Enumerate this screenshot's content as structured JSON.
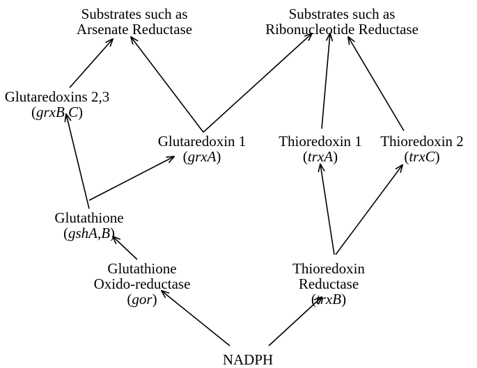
{
  "colors": {
    "ink": "#000000",
    "background": "#ffffff"
  },
  "nodes": {
    "substrates_arsenate": {
      "line1": "Substrates such as",
      "line2": "Arsenate Reductase"
    },
    "substrates_ribonucleotide": {
      "line1": "Substrates such as",
      "line2": "Ribonucleotide Reductase"
    },
    "glutaredoxins_23": {
      "line1": "Glutaredoxins 2,3",
      "gene_open": "(",
      "gene": "grxB,C",
      "gene_close": ")"
    },
    "glutaredoxin_1": {
      "line1": "Glutaredoxin 1",
      "gene_open": "(",
      "gene": "grxA",
      "gene_close": ")"
    },
    "thioredoxin_1": {
      "line1": "Thioredoxin 1",
      "gene_open": "(",
      "gene": "trxA",
      "gene_close": ")"
    },
    "thioredoxin_2": {
      "line1": "Thioredoxin 2",
      "gene_open": "(",
      "gene": "trxC",
      "gene_close": ")"
    },
    "glutathione": {
      "line1": "Glutathione",
      "gene_open": "(",
      "gene": "gshA,B",
      "gene_close": ")"
    },
    "glutathione_oxidoreductase": {
      "line1": "Glutathione",
      "line2": "Oxido-reductase",
      "gene_open": "(",
      "gene": "gor",
      "gene_close": ")"
    },
    "thioredoxin_reductase": {
      "line1": "Thioredoxin",
      "line2": "Reductase",
      "gene_open": "(",
      "gene": "trxB",
      "gene_close": ")"
    },
    "nadph": {
      "line1": "NADPH"
    }
  },
  "edges": [
    {
      "from": "nadph",
      "to": "glutathione_oxidoreductase"
    },
    {
      "from": "nadph",
      "to": "thioredoxin_reductase"
    },
    {
      "from": "glutathione_oxidoreductase",
      "to": "glutathione"
    },
    {
      "from": "glutathione",
      "to": "glutaredoxins_23"
    },
    {
      "from": "glutathione",
      "to": "glutaredoxin_1"
    },
    {
      "from": "glutaredoxins_23",
      "to": "substrates_arsenate"
    },
    {
      "from": "glutaredoxin_1",
      "to": "substrates_arsenate"
    },
    {
      "from": "glutaredoxin_1",
      "to": "substrates_ribonucleotide"
    },
    {
      "from": "thioredoxin_reductase",
      "to": "thioredoxin_1"
    },
    {
      "from": "thioredoxin_reductase",
      "to": "thioredoxin_2"
    },
    {
      "from": "thioredoxin_1",
      "to": "substrates_ribonucleotide"
    },
    {
      "from": "thioredoxin_2",
      "to": "substrates_ribonucleotide"
    }
  ]
}
